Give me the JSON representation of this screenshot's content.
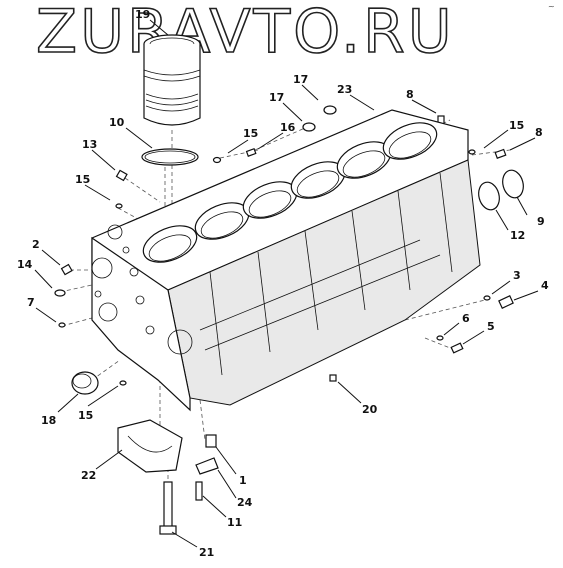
{
  "watermark": "ZURAVTO.RU",
  "corner_mark": "~",
  "callouts": [
    "19",
    "17",
    "17",
    "23",
    "8",
    "15",
    "16",
    "10",
    "15",
    "13",
    "15",
    "8",
    "2",
    "14",
    "7",
    "9",
    "12",
    "3",
    "4",
    "6",
    "5",
    "18",
    "15",
    "20",
    "22",
    "1",
    "24",
    "11",
    "21"
  ]
}
